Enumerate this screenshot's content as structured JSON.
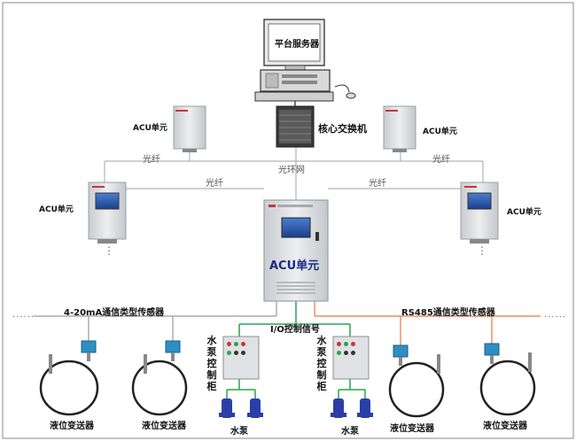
{
  "server": {
    "label": "平台服务器"
  },
  "core_switch": {
    "label": "核心交换机"
  },
  "network": {
    "ring_label": "光环网",
    "fiber_label": "光纤"
  },
  "acu": {
    "label": "ACU单元",
    "center_label": "ACU单元"
  },
  "buses": {
    "left_label": "4-20mA通信类型传感器",
    "right_label": "RS485通信类型传感器",
    "io_label": "I/O控制信号"
  },
  "pump_cabinet": {
    "label": "水泵控制柜",
    "chars": [
      "水",
      "泵",
      "控",
      "制",
      "柜"
    ]
  },
  "pump": {
    "label": "水泵"
  },
  "transmitter": {
    "label": "液位变送器"
  },
  "ellipsis": {
    "dots": "......",
    "vdots": "⋮"
  },
  "colors": {
    "line_gray": "#b4b4b4",
    "io_green": "#2aa34a",
    "rs485_orange": "#e8743b",
    "cabinet": "#dfe1e4",
    "pump_blue": "#2a3ea8"
  }
}
